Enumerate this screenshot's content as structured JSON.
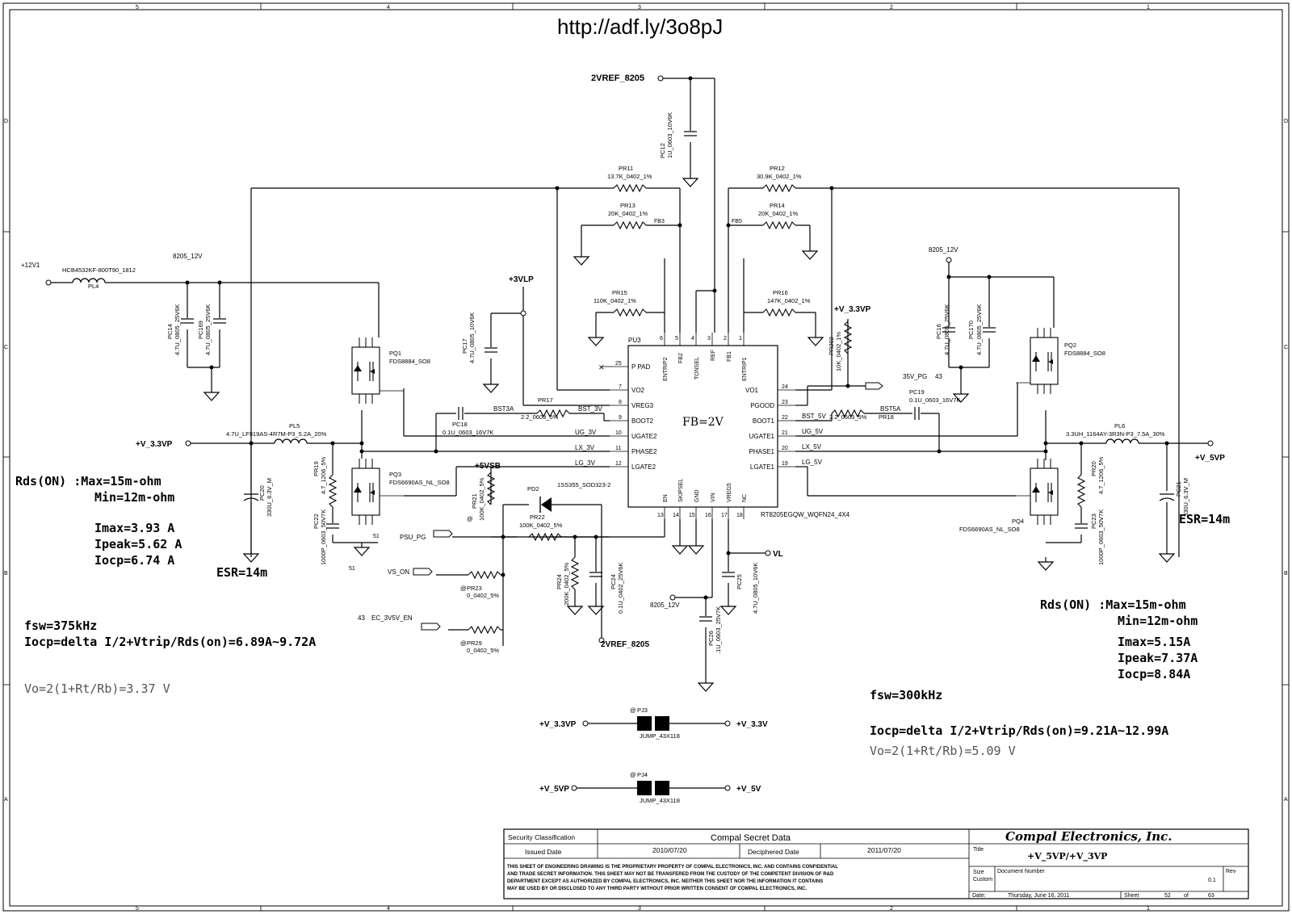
{
  "url_title": "http://adf.ly/3o8pJ",
  "zone_numbers": [
    "5",
    "4",
    "3",
    "2",
    "1"
  ],
  "zone_letters": [
    "D",
    "C",
    "B",
    "A"
  ],
  "nets": {
    "vref": "2VREF_8205",
    "vref_bottom": "2VREF_8205",
    "v12": "+12V1",
    "v8205_left": "8205_12V",
    "v8205_right": "8205_12V",
    "v8205_bottom": "8205_12V",
    "v3vlp": "+3VLP",
    "v33out": "+V_3.3VP",
    "v5out": "+V_5VP",
    "v5vsb": "+5VSB",
    "v33p_res": "+V_3.3VP",
    "vl": "VL",
    "psu_pg": "PSU_PG",
    "vs_on": "VS_ON",
    "ec_en": "EC_3V5V_EN",
    "ec_en_num": "43",
    "pg": "35V_PG",
    "pg_num": "43",
    "bst3a": "BST3A",
    "bst3v": "BST_3V",
    "ug3": "UG_3V",
    "lx3": "LX_3V",
    "lg3": "LG_3V",
    "bst5": "BST_5V",
    "bst5a": "BST5A",
    "ug5": "UG_5V",
    "lx5": "LX_5V",
    "lg5": "LG_5V",
    "fb3": "FB3",
    "fb5": "FB5",
    "n51a": "51",
    "n51b": "51"
  },
  "ic": {
    "ref": "PU3",
    "part": "RT8205EGQW_WQFN24_4X4",
    "center_label": "FB=2V",
    "top_pins": [
      {
        "name": "ENTRIP2",
        "num": "6"
      },
      {
        "name": "FB2",
        "num": "5"
      },
      {
        "name": "TONSEL",
        "num": "4"
      },
      {
        "name": "REF",
        "num": "3"
      },
      {
        "name": "FB1",
        "num": "2"
      },
      {
        "name": "ENTRIP1",
        "num": "1"
      }
    ],
    "left_pins": [
      {
        "name": "P PAD",
        "num": "25"
      },
      {
        "name": "VO2",
        "num": "7"
      },
      {
        "name": "VREG3",
        "num": "8"
      },
      {
        "name": "BOOT2",
        "num": "9"
      },
      {
        "name": "UGATE2",
        "num": "10"
      },
      {
        "name": "PHASE2",
        "num": "11"
      },
      {
        "name": "LGATE2",
        "num": "12"
      }
    ],
    "right_pins": [
      {
        "name": "VO1",
        "num": "24"
      },
      {
        "name": "PGOOD",
        "num": "23"
      },
      {
        "name": "BOOT1",
        "num": "22"
      },
      {
        "name": "UGATE1",
        "num": "21"
      },
      {
        "name": "PHASE1",
        "num": "20"
      },
      {
        "name": "LGATE1",
        "num": "19"
      }
    ],
    "bottom_pins": [
      {
        "name": "EN",
        "num": "13"
      },
      {
        "name": "SKIPSEL",
        "num": "14"
      },
      {
        "name": "GND",
        "num": "15"
      },
      {
        "name": "VIN",
        "num": "16"
      },
      {
        "name": "VREG5",
        "num": "17"
      },
      {
        "name": "NC",
        "num": "18"
      }
    ]
  },
  "components": {
    "pc12": {
      "ref": "PC12",
      "value": "1U_0603_10V6K"
    },
    "pr11": {
      "ref": "PR11",
      "value": "13.7K_0402_1%"
    },
    "pr13": {
      "ref": "PR13",
      "value": "20K_0402_1%"
    },
    "pr12": {
      "ref": "PR12",
      "value": "30.9K_0402_1%"
    },
    "pr14": {
      "ref": "PR14",
      "value": "20K_0402_1%"
    },
    "pr15": {
      "ref": "PR15",
      "value": "110K_0402_1%"
    },
    "pr16": {
      "ref": "PR16",
      "value": "147K_0402_1%"
    },
    "pl4": {
      "ref": "PL4",
      "value": "HCB4532KF-800T90_1812"
    },
    "pc14": {
      "ref": "PC14",
      "value": "4.7U_0805_25V6K"
    },
    "pc169": {
      "ref": "PC169",
      "value": "4.7U_0805_25V6K"
    },
    "pc16": {
      "ref": "PC16",
      "value": "4.7U_0805_25V6K"
    },
    "pc170": {
      "ref": "PC170",
      "value": "4.7U_0805_25V6K"
    },
    "pc17": {
      "ref": "PC17",
      "value": "4.7U_0805_10V6K"
    },
    "pq1": {
      "ref": "PQ1",
      "value": "FDS8884_SO8"
    },
    "pq2": {
      "ref": "PQ2",
      "value": "FDS8884_SO8"
    },
    "pq3": {
      "ref": "PQ3",
      "value": "FDS6690AS_NL_SO8"
    },
    "pq4": {
      "ref": "PQ4",
      "value": "FDS6690AS_NL_SO8"
    },
    "pl5": {
      "ref": "PL5",
      "value": "4.7U_LF919AS-4R7M-P3_5.2A_20%"
    },
    "pl6": {
      "ref": "PL6",
      "value": "3.3UH_1164AY-3R3N-P3_7.5A_30%"
    },
    "pr17": {
      "ref": "PR17",
      "value": "2.2_0603_5%"
    },
    "pc18": {
      "ref": "PC18",
      "value": "0.1U_0603_16V7K"
    },
    "pr18": {
      "ref": "PR18",
      "value": "2.2_0603_5%"
    },
    "pc19": {
      "ref": "PC19",
      "value": "0.1U_0603_16V7K"
    },
    "pr202": {
      "ref": "PR202",
      "value": "10K_0402_1%"
    },
    "pr19": {
      "ref": "PR19",
      "value": "4.7_1206_5%"
    },
    "pc22": {
      "ref": "PC22",
      "value": "1000P_0603_50V7K"
    },
    "pr20": {
      "ref": "PR20",
      "value": "4.7_1206_5%"
    },
    "pc23": {
      "ref": "PC23",
      "value": "1000P_0603_50V7K"
    },
    "pc20": {
      "ref": "PC20",
      "value": "330U_6.3V_M"
    },
    "pc21": {
      "ref": "PC21",
      "value": "330U_6.3V_M"
    },
    "pd2": {
      "ref": "PD2",
      "value": "1SS355_SOD323-2"
    },
    "pr21": {
      "ref": "PR21",
      "value": "100K_0402_5%",
      "tag": "@"
    },
    "pr22": {
      "ref": "PR22",
      "value": "100K_0402_5%"
    },
    "pr23": {
      "ref": "PR23",
      "value": "0_0402_5%",
      "tag": "@"
    },
    "pr29": {
      "ref": "PR29",
      "value": "0_0402_5%",
      "tag": "@"
    },
    "pr24": {
      "ref": "PR24",
      "value": "200K_0402_5%"
    },
    "pc24": {
      "ref": "PC24",
      "value": "0.1U_0402_25V6K"
    },
    "pc25": {
      "ref": "PC25",
      "value": "4.7U_0805_10V6K"
    },
    "pc26": {
      "ref": "PC26",
      "value": ".1U_0603_25V7K"
    },
    "pj3": {
      "ref": "PJ3",
      "value": "JUMP_43X118",
      "tag": "@"
    },
    "pj4": {
      "ref": "PJ4",
      "value": "JUMP_43X118",
      "tag": "@"
    }
  },
  "notes_left": {
    "rds_max": "Rds(ON) :Max=15m-ohm",
    "rds_min": "Min=12m-ohm",
    "imax": "Imax=3.93 A",
    "ipeak": "Ipeak=5.62 A",
    "iocp": "Iocp=6.74 A",
    "esr": "ESR=14m",
    "fsw": "fsw=375kHz",
    "iocp_formula": "Iocp=delta I/2+Vtrip/Rds(on)=6.89A~9.72A",
    "vo": "Vo=2(1+Rt/Rb)=3.37 V"
  },
  "notes_right": {
    "rds_max": "Rds(ON) :Max=15m-ohm",
    "rds_min": "Min=12m-ohm",
    "imax": "Imax=5.15A",
    "ipeak": "Ipeak=7.37A",
    "iocp": "Iocp=8.84A",
    "esr": "ESR=14m",
    "fsw": "fsw=300kHz",
    "iocp_formula": "Iocp=delta I/2+Vtrip/Rds(on)=9.21A~12.99A",
    "vo": "Vo=2(1+Rt/Rb)=5.09 V"
  },
  "jumpers": {
    "pj3_left": "+V_3.3VP",
    "pj3_right": "+V_3.3V",
    "pj4_left": "+V_5VP",
    "pj4_right": "+V_5V"
  },
  "title_block": {
    "security_label": "Security Classification",
    "security_value": "Compal Secret Data",
    "issued_label": "Issued Date",
    "issued_value": "2010/07/20",
    "deciphered_label": "Deciphered Date",
    "deciphered_value": "2011/07/20",
    "company": "Compal Electronics, Inc.",
    "title_label": "Title",
    "title_value": "+V_5VP/+V_3VP",
    "size_label": "Size",
    "size_value": "Custom",
    "docnum_label": "Document Number",
    "rev_label": "Rev",
    "rev_value": "0.1",
    "date_label": "Date:",
    "date_value": "Thursday, June 16, 2011",
    "sheet_label": "Sheet",
    "sheet_value": "52",
    "of_label": "of",
    "of_value": "63",
    "disclaimer": [
      "THIS SHEET OF ENGINEERING DRAWING IS THE PROPRIETARY PROPERTY OF COMPAL ELECTRONICS, INC. AND CONTAINS CONFIDENTIAL",
      "AND TRADE SECRET INFORMATION. THIS SHEET MAY NOT BE TRANSFERED FROM THE CUSTODY OF THE COMPETENT DIVISION OF R&D",
      "DEPARTMENT EXCEPT AS AUTHORIZED BY COMPAL ELECTRONICS, INC. NEITHER THIS SHEET NOR THE INFORMATION IT CONTAINS",
      "MAY BE USED BY OR DISCLOSED TO ANY THIRD PARTY WITHOUT PRIOR WRITTEN CONSENT OF COMPAL ELECTRONICS, INC."
    ]
  }
}
